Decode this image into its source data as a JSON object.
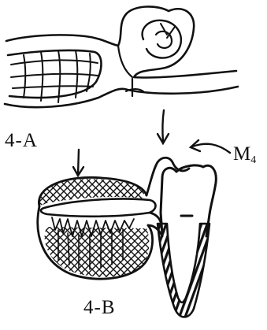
{
  "labels": {
    "fig_a": "4-A",
    "fig_b": "4-B",
    "marker_main": "M",
    "marker_sub": "4"
  },
  "colors": {
    "ink": "#111111",
    "background": "#ffffff"
  }
}
